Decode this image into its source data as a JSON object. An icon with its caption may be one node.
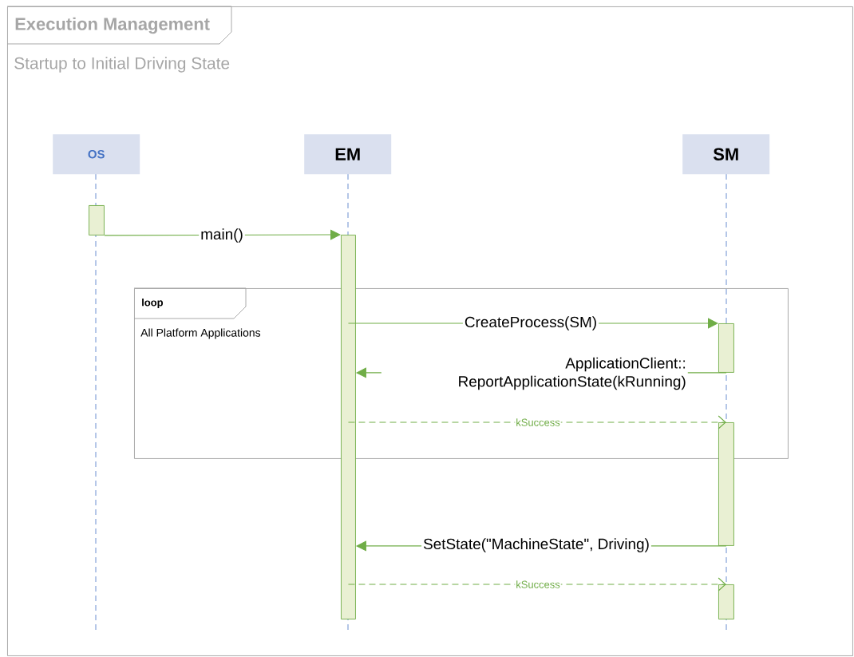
{
  "diagram": {
    "nodes": [
      {
        "text": [
          "Execution Management",
          "Startup to Initial Driving State"
        ]
      },
      {
        "text": [
          "OS"
        ],
        "in": 0
      },
      {
        "text": [
          "EM"
        ],
        "in": 0
      },
      {
        "text": [
          "SM"
        ],
        "in": 0
      },
      {
        "text": [
          "loop",
          "All Platform Applications"
        ],
        "in": 0
      },
      {
        "text": [],
        "shape": "bar",
        "in": 0
      },
      {
        "text": [],
        "shape": "bar",
        "in": 0
      },
      {
        "text": [],
        "shape": "bar",
        "in": 4
      },
      {
        "text": [],
        "shape": "bar",
        "in": 0
      },
      {
        "text": [],
        "shape": "bar",
        "in": 0
      }
    ],
    "edges": [
      {
        "from": 5,
        "to": 6,
        "arrow": "to",
        "label": "main()"
      },
      {
        "from": 6,
        "to": 7,
        "arrow": "to",
        "label": "CreateProcess(SM)"
      },
      {
        "from": 7,
        "to": 6,
        "arrow": "to",
        "label": "ApplicationClient:: ReportApplicationState(kRunning)"
      },
      {
        "from": 6,
        "to": 8,
        "arrow": "to",
        "label": "kSuccess",
        "style": "dashed"
      },
      {
        "from": 8,
        "to": 6,
        "arrow": "to",
        "label": "SetState(\"MachineState\", Driving)"
      },
      {
        "from": 6,
        "to": 9,
        "arrow": "to",
        "label": "kSuccess",
        "style": "dashed"
      }
    ]
  }
}
